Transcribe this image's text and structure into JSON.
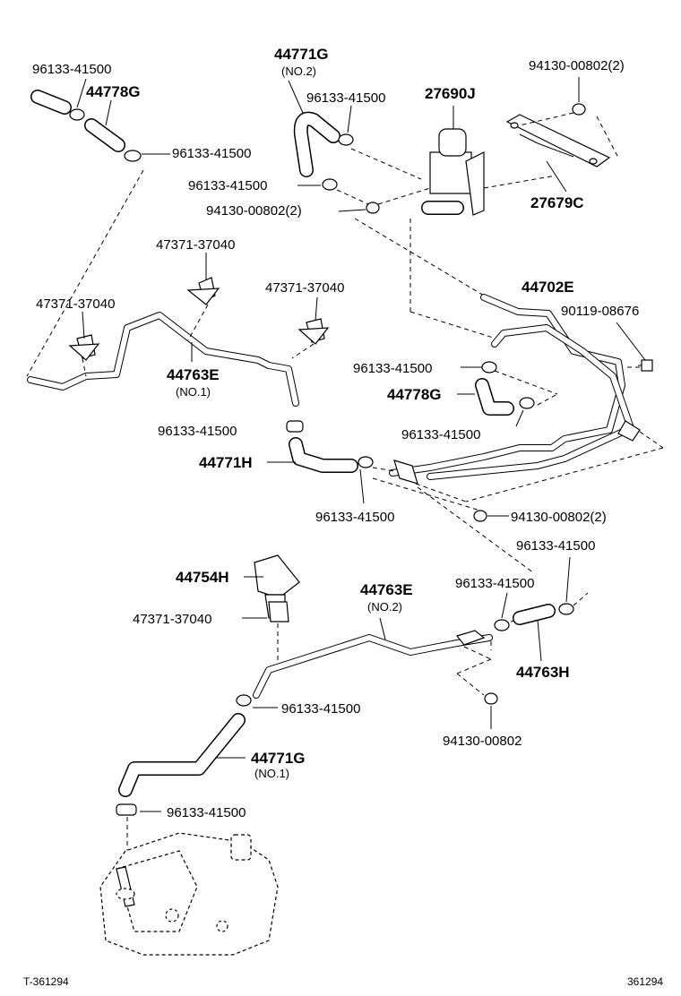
{
  "labels": {
    "p_96133_tl": "96133-41500",
    "p_44778g_top": "44778G",
    "p_44771g_no2": "44771G",
    "p_no2_a": "(NO.2)",
    "p_96133_top_mid": "96133-41500",
    "p_27690j": "27690J",
    "p_94130_top_right": "94130-00802(2)",
    "p_96133_clip_left": "96133-41500",
    "p_96133_bracket_left": "96133-41500",
    "p_94130_mid": "94130-00802(2)",
    "p_27679c": "27679C",
    "p_47371_a": "47371-37040",
    "p_47371_b": "47371-37040",
    "p_47371_c": "47371-37040",
    "p_44702e": "44702E",
    "p_90119": "90119-08676",
    "p_44763e_no1": "44763E",
    "p_no1_a": "(NO.1)",
    "p_96133_mid_right": "96133-41500",
    "p_44778g_mid": "44778G",
    "p_96133_mid_right2": "96133-41500",
    "p_96133_mid_left": "96133-41500",
    "p_44771h": "44771H",
    "p_96133_lower_mid": "96133-41500",
    "p_94130_lower": "94130-00802(2)",
    "p_96133_right_lower": "96133-41500",
    "p_44754h": "44754H",
    "p_44763e_no2": "44763E",
    "p_no2_b": "(NO.2)",
    "p_96133_clamp_lower": "96133-41500",
    "p_47371_d": "47371-37040",
    "p_44763h": "44763H",
    "p_96133_bottom_left": "96133-41500",
    "p_94130_bottom": "94130-00802",
    "p_44771g_no1": "44771G",
    "p_no1_b": "(NO.1)",
    "p_96133_bottom": "96133-41500"
  },
  "footer": {
    "left": "T-361294",
    "right": "361294"
  }
}
